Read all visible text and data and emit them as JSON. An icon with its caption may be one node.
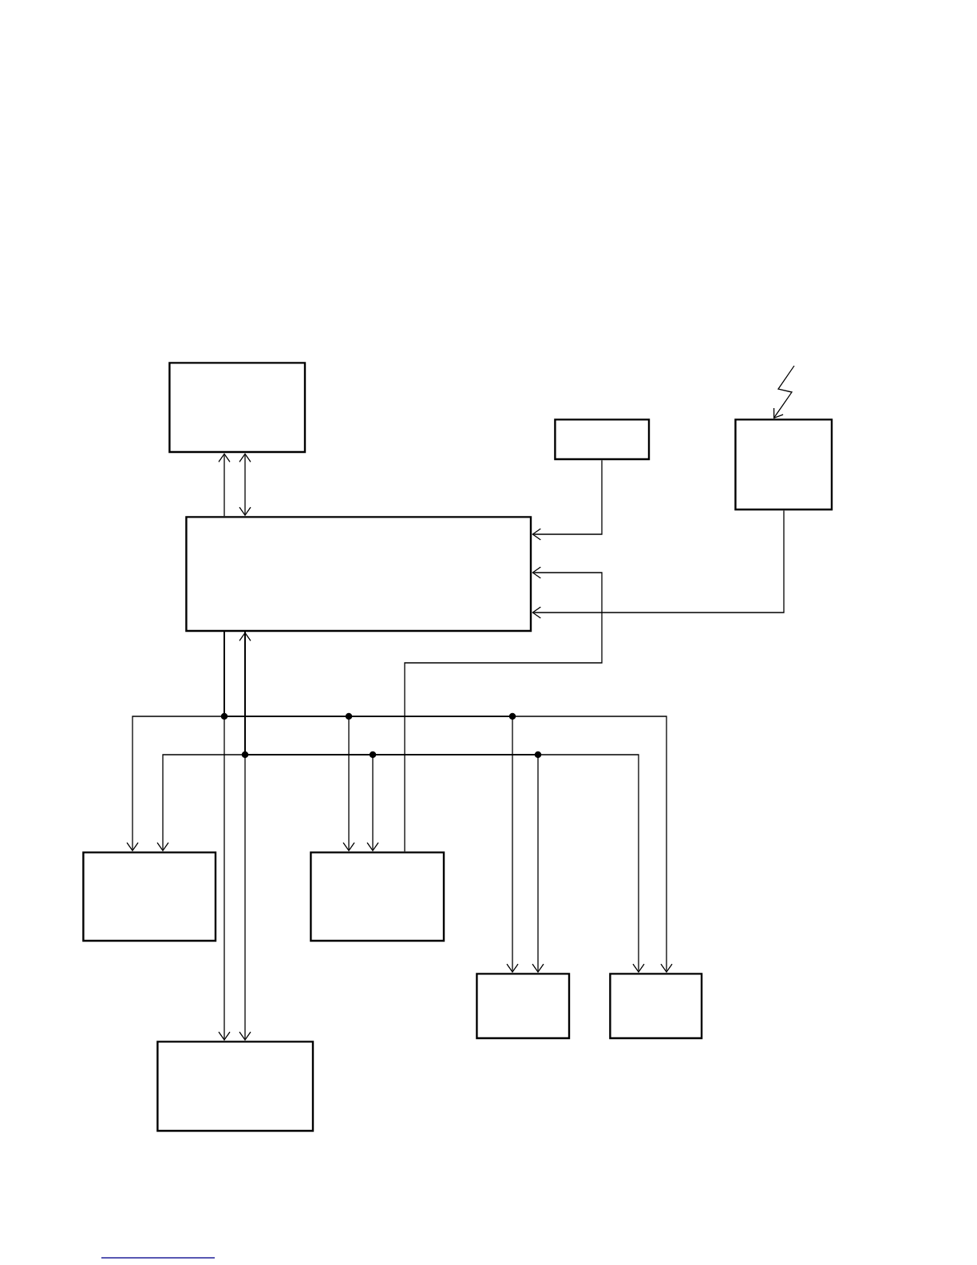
{
  "diagram": {
    "nodes": [
      {
        "text": [],
        "shape": "box"
      },
      {
        "text": [],
        "shape": "box"
      },
      {
        "text": [],
        "shape": "box"
      },
      {
        "text": [],
        "shape": "box"
      },
      {
        "text": [],
        "shape": "box"
      },
      {
        "text": [],
        "shape": "box"
      },
      {
        "text": [],
        "shape": "box"
      },
      {
        "text": [],
        "shape": "box"
      },
      {
        "text": [],
        "shape": "box"
      }
    ],
    "edges": [
      {
        "from": 3,
        "to": 0,
        "arrow": "to"
      },
      {
        "from": 0,
        "to": 3,
        "arrow": "both"
      },
      {
        "from": 1,
        "to": 3,
        "arrow": "to"
      },
      {
        "from": 5,
        "to": 3,
        "arrow": "to"
      },
      {
        "from": 2,
        "to": 3,
        "arrow": "to"
      },
      {
        "from": null,
        "to": 2,
        "arrow": "to"
      },
      {
        "from": 3,
        "to": 8,
        "arrow": "to"
      },
      {
        "from": 3,
        "to": 4,
        "arrow": "to"
      },
      {
        "from": 3,
        "to": 5,
        "arrow": "to"
      },
      {
        "from": 3,
        "to": 6,
        "arrow": "to"
      },
      {
        "from": 3,
        "to": 7,
        "arrow": "to"
      },
      {
        "from": 3,
        "to": 8,
        "arrow": "both"
      },
      {
        "from": 3,
        "to": 4,
        "arrow": "to"
      },
      {
        "from": 3,
        "to": 5,
        "arrow": "to"
      },
      {
        "from": 3,
        "to": 6,
        "arrow": "to"
      },
      {
        "from": 3,
        "to": 7,
        "arrow": "to"
      }
    ]
  }
}
